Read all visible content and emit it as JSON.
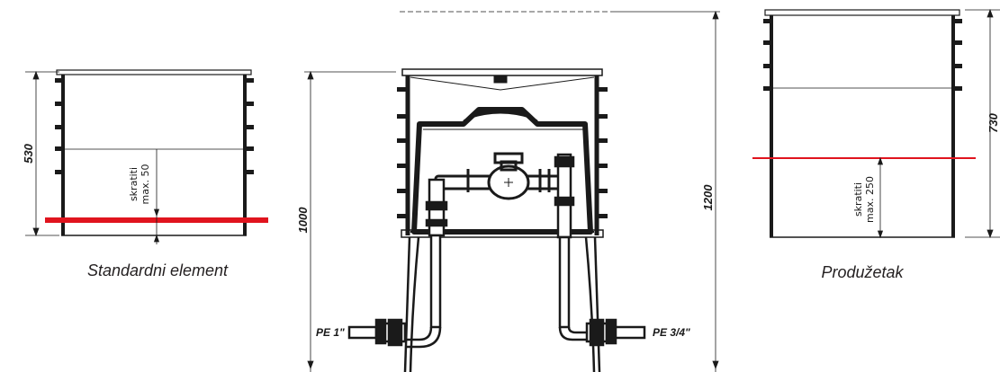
{
  "colors": {
    "line": "#1a1a1a",
    "cut_line": "#e0141e",
    "background": "#ffffff"
  },
  "standard": {
    "height_label": "530",
    "note_line1": "skratiti",
    "note_line2": "max. 50",
    "caption": "Standardni element"
  },
  "assembly": {
    "height_inner": "1000",
    "height_total": "1200",
    "pipe_left": "PE 1\"",
    "pipe_right": "PE 3/4\""
  },
  "extension": {
    "height_label": "730",
    "note_line1": "skratiti",
    "note_line2": "max. 250",
    "caption": "Produžetak"
  }
}
